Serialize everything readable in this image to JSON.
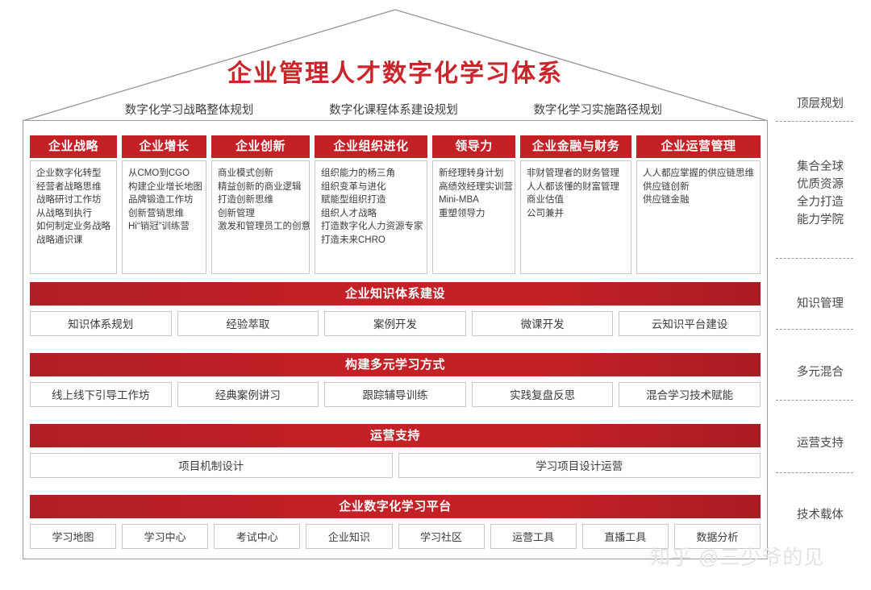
{
  "title": "企业管理人才数字化学习体系",
  "top_planning": [
    "数字化学习战略整体规划",
    "数字化课程体系建设规划",
    "数字化学习实施路径规划"
  ],
  "pillars": [
    {
      "head": "企业战略",
      "items": [
        "企业数字化转型",
        "经营者战略思维",
        "战略研讨工作坊",
        "从战略到执行",
        "如何制定业务战略",
        "战略通识课"
      ]
    },
    {
      "head": "企业增长",
      "items": [
        "从CMO到CGO",
        "构建企业增长地图",
        "品牌锻造工作坊",
        "创新营销思维",
        "Hi“销冠”训练营"
      ]
    },
    {
      "head": "企业创新",
      "items": [
        "商业模式创新",
        "精益创新的商业逻辑",
        "打造创新思维",
        "创新管理",
        "激发和管理员工的创意"
      ]
    },
    {
      "head": "企业组织进化",
      "items": [
        "组织能力的杨三角",
        "组织变革与进化",
        "赋能型组织打造",
        "组织人才战略",
        "打造数字化人力资源专家",
        "打造未来CHRO"
      ]
    },
    {
      "head": "领导力",
      "items": [
        "新经理转身计划",
        "高绩效经理实训营",
        "Mini-MBA",
        "重塑领导力"
      ]
    },
    {
      "head": "企业金融与财务",
      "items": [
        "非财管理者的财务管理",
        "人人都该懂的财富管理",
        "商业估值",
        "公司兼并"
      ]
    },
    {
      "head": "企业运营管理",
      "items": [
        "人人都应掌握的供应链思维",
        "供应链创新",
        "供应链金融"
      ]
    }
  ],
  "blocks": [
    {
      "banner": "企业知识体系建设",
      "cells": [
        "知识体系规划",
        "经验萃取",
        "案例开发",
        "微课开发",
        "云知识平台建设"
      ]
    },
    {
      "banner": "构建多元学习方式",
      "cells": [
        "线上线下引导工作坊",
        "经典案例讲习",
        "跟踪辅导训练",
        "实践复盘反思",
        "混合学习技术赋能"
      ]
    },
    {
      "banner": "运营支持",
      "cells": [
        "项目机制设计",
        "学习项目设计运营"
      ]
    },
    {
      "banner": "企业数字化学习平台",
      "cells": [
        "学习地图",
        "学习中心",
        "考试中心",
        "企业知识",
        "学习社区",
        "运营工具",
        "直播工具",
        "数据分析"
      ]
    }
  ],
  "rail": [
    "顶层规划",
    "集合全球\n优质资源\n全力打造\n能力学院",
    "知识管理",
    "多元混合",
    "运营支持",
    "技术载体"
  ],
  "watermark": "知乎 @三少爷的见",
  "colors": {
    "red": "#c42127",
    "red_dark": "#a81c22",
    "title_red": "#c9252b",
    "frame": "#9b9b9b",
    "cell_border": "#c9c9c9",
    "text": "#3c3c3c"
  }
}
